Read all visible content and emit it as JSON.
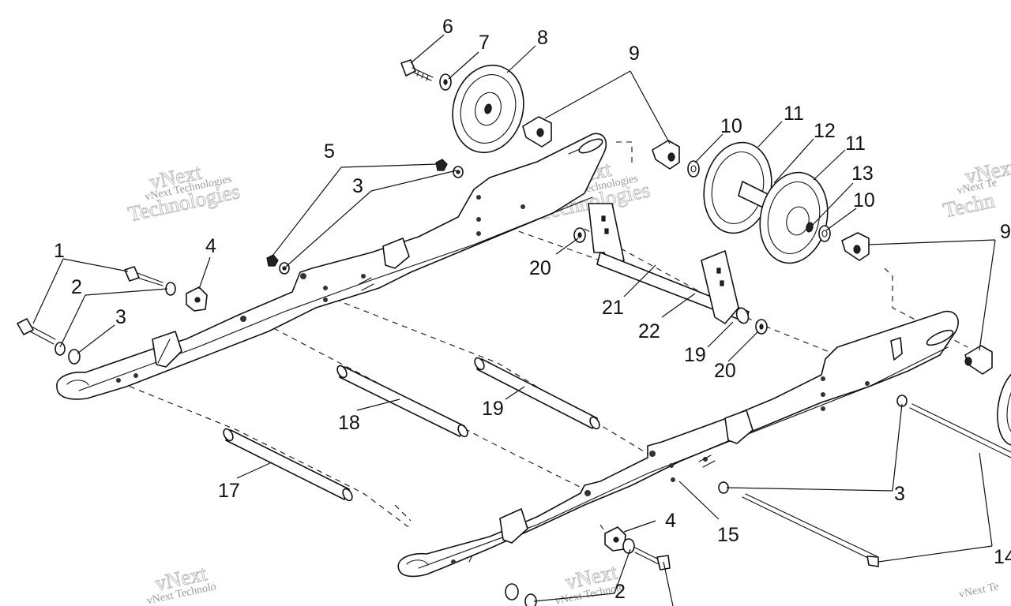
{
  "watermark": {
    "line1": "vNext",
    "line2": "Technologies",
    "small": "vNext Technologies",
    "small_right": "vNext Te",
    "big_right": "Techn",
    "small_bottom_left": "vNext Technolo",
    "small_bottom_mid": "vNext Technolo"
  },
  "callouts": [
    {
      "id": "c1",
      "label": "1"
    },
    {
      "id": "c2a",
      "label": "2"
    },
    {
      "id": "c2b",
      "label": "2"
    },
    {
      "id": "c3a",
      "label": "3"
    },
    {
      "id": "c3b",
      "label": "3"
    },
    {
      "id": "c3c",
      "label": "3"
    },
    {
      "id": "c4a",
      "label": "4"
    },
    {
      "id": "c4b",
      "label": "4"
    },
    {
      "id": "c5",
      "label": "5"
    },
    {
      "id": "c6",
      "label": "6"
    },
    {
      "id": "c7",
      "label": "7"
    },
    {
      "id": "c8",
      "label": "8"
    },
    {
      "id": "c9a",
      "label": "9"
    },
    {
      "id": "c9b",
      "label": "9"
    },
    {
      "id": "c10a",
      "label": "10"
    },
    {
      "id": "c10b",
      "label": "10"
    },
    {
      "id": "c11a",
      "label": "11"
    },
    {
      "id": "c11b",
      "label": "11"
    },
    {
      "id": "c12",
      "label": "12"
    },
    {
      "id": "c13",
      "label": "13"
    },
    {
      "id": "c14",
      "label": "14"
    },
    {
      "id": "c15",
      "label": "15"
    },
    {
      "id": "c17",
      "label": "17"
    },
    {
      "id": "c18",
      "label": "18"
    },
    {
      "id": "c19a",
      "label": "19"
    },
    {
      "id": "c19b",
      "label": "19"
    },
    {
      "id": "c20a",
      "label": "20"
    },
    {
      "id": "c20b",
      "label": "20"
    },
    {
      "id": "c21",
      "label": "21"
    },
    {
      "id": "c22",
      "label": "22"
    }
  ]
}
